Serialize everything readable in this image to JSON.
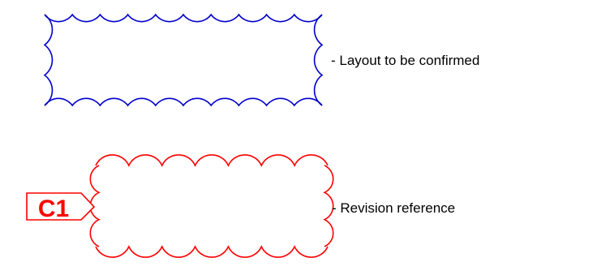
{
  "legend": {
    "items": [
      {
        "symbol": "cloud-scalloped-inward",
        "color": "#0000cc",
        "label": "- Layout to be confirmed"
      },
      {
        "symbol": "cloud-scalloped-outward-with-tag",
        "color": "#ff0000",
        "label": "- Revision reference",
        "tag_text": "C1"
      }
    ]
  }
}
